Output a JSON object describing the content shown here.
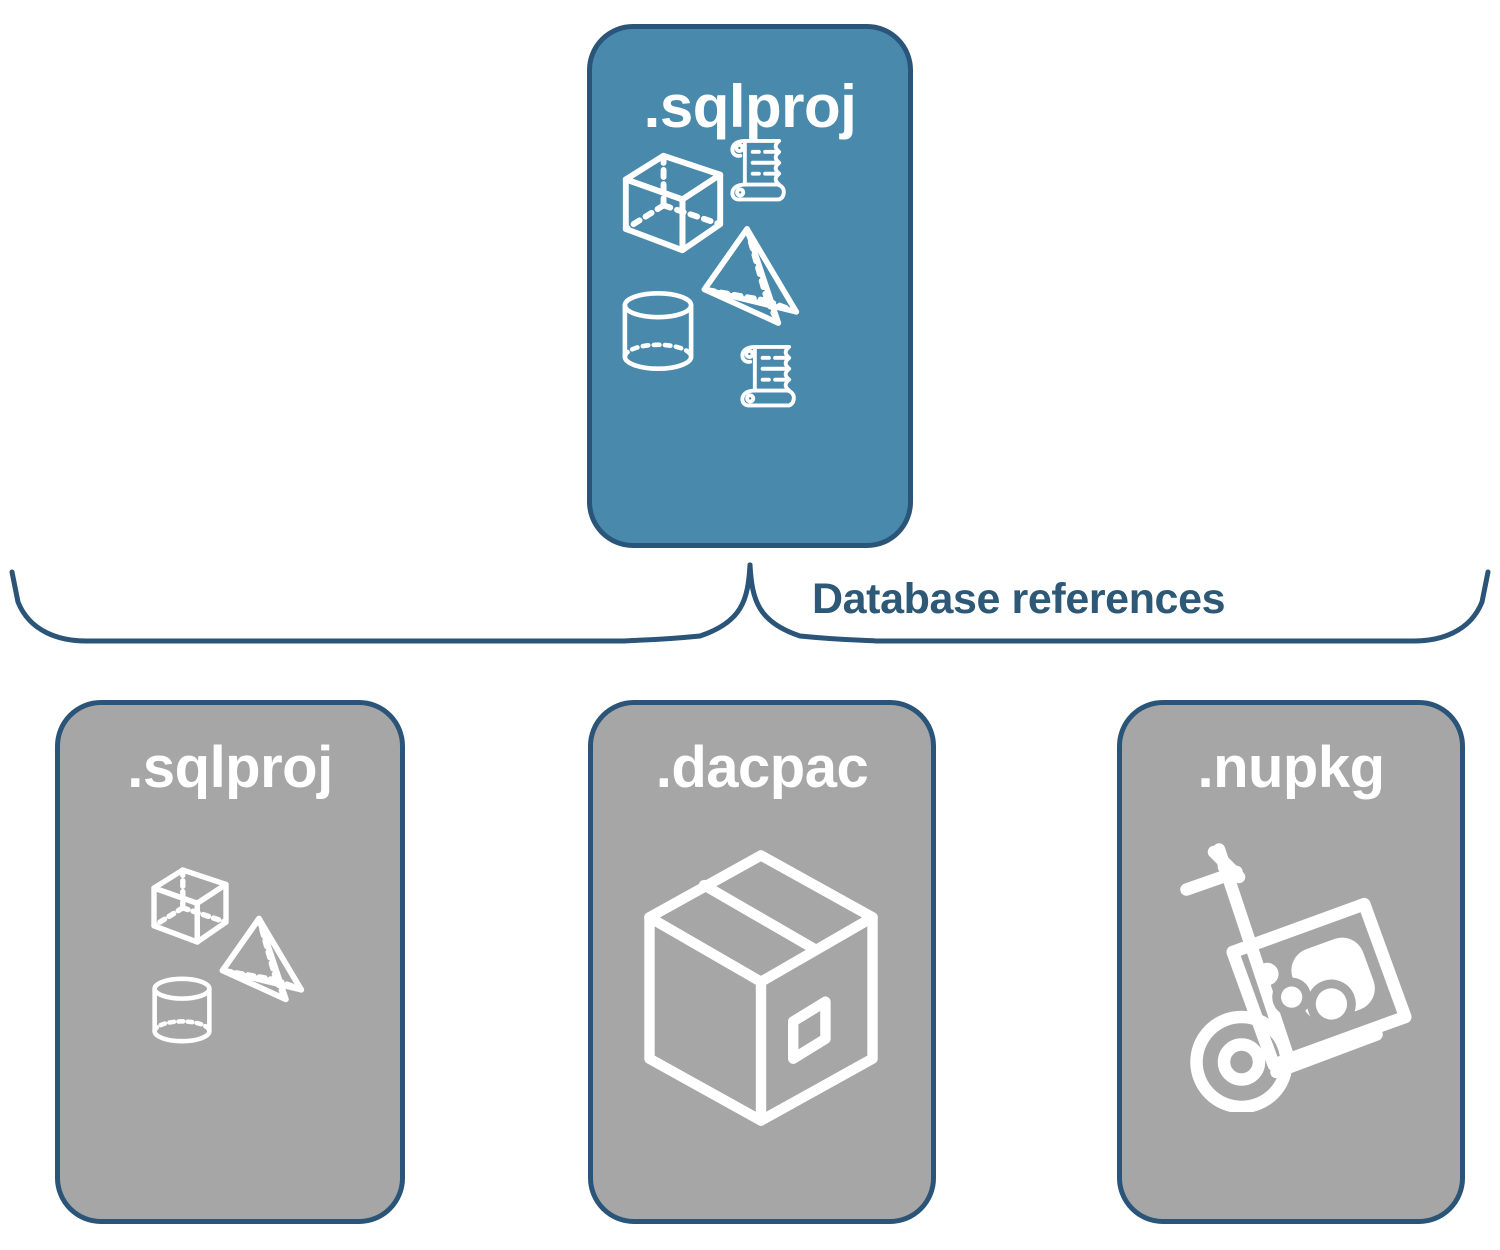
{
  "diagram": {
    "title": "Database references",
    "colors": {
      "root_fill": "#4889ac",
      "leaf_fill": "#a6a6a6",
      "border": "#2a5478",
      "label_text": "#2d5876",
      "icon_stroke": "#ffffff",
      "background": "#ffffff"
    }
  },
  "root": {
    "label": ".sqlproj",
    "icons": [
      "cube-icon",
      "scroll-icon",
      "pyramid-icon",
      "cylinder-icon",
      "scroll-icon"
    ]
  },
  "connector": {
    "label": "Database references"
  },
  "leaves": [
    {
      "label": ".sqlproj",
      "icons": [
        "cube-icon",
        "pyramid-icon",
        "cylinder-icon"
      ]
    },
    {
      "label": ".dacpac",
      "icons": [
        "package-box-icon"
      ]
    },
    {
      "label": ".nupkg",
      "icons": [
        "hand-truck-icon"
      ]
    }
  ]
}
